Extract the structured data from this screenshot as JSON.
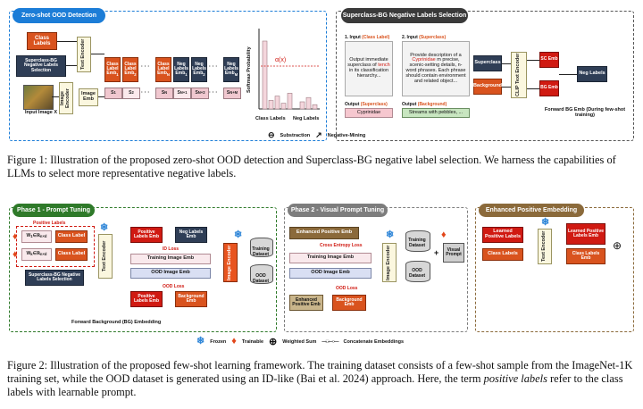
{
  "figure1": {
    "left_panel_title": "Zero-shot OOD Detection",
    "class_labels": "Class Labels",
    "superclass_bg_labels": "Superclass-BG Negative Labels Selection",
    "text_encoder": "Text Encoder",
    "image_encoder": "Image Encoder",
    "image_emb": "Image Emb",
    "input_image": "Input Image X",
    "class_label_embs": [
      "Class Label Emb1",
      "Class Label Emb2",
      "Class Label EmbN"
    ],
    "neg_label_embs": [
      "Neg Labels Emb1",
      "Neg Labels Emb2",
      "Neg Labels EmbM"
    ],
    "class_label_emb_parts": [
      "Class",
      "Label",
      "Emb"
    ],
    "neg_label_emb_parts": [
      "Neg",
      "Labels",
      "Emb"
    ],
    "subscripts": {
      "class": [
        "1",
        "2",
        "N"
      ],
      "neg": [
        "1",
        "2",
        "M"
      ]
    },
    "dots": "· · ·",
    "scores": [
      "S1",
      "S2",
      "SN",
      "SN+1",
      "SN+2",
      "SN+M"
    ],
    "score_base": "S",
    "score_subs": [
      "1",
      "2",
      "N",
      "N+1",
      "N+2",
      "N+M"
    ],
    "ylabel": "Softmax Probability",
    "alpha_label": "α(x)",
    "xlabel_class": "Class Labels",
    "xlabel_neg": "Neg Labels",
    "legend_subtraction": "Substraction",
    "legend_negmining": "Negative-Mining",
    "right_panel_title": "Superclass-BG Negative Labels Selection",
    "input1_header": "1. Input",
    "input1_tag": "(Class Label)",
    "input1_text": "Output immediate superclass of",
    "input1_highlight": "tench",
    "input1_text_end": "in its classification hierarchy...",
    "input2_header": "2. Input",
    "input2_tag": "(Superclass)",
    "input2_text_pre": "Provide description of a",
    "input2_highlight": "Cyprinidae",
    "input2_text": "m precise, scenic-setting details, n-word phrases. Each phrase should contain environment and related object...",
    "input2_m": ": m",
    "output_label": "Output",
    "output1_tag": "(Superclass)",
    "output2_tag": "(Background)",
    "output1_value": "Cyprinidae",
    "output2_value": "Streams with pebbles, ...",
    "superclass": "Superclass",
    "background": "Background",
    "clip_text_encoder": "CLIP Text Encoder",
    "sc_emb": "SC Emb",
    "bg_emb": "BG Emb",
    "neg_labels": "Neg Labels",
    "forward_bg": "Forward BG Emb (During few-shot training)"
  },
  "caption1": "Figure 1: Illustration of the proposed zero-shot OOD detection and Superclass-BG negative label selection. We harness the capabilities of LLMs to select more representative negative labels.",
  "figure2": {
    "phase1_title": "Phase 1 - Prompt Tuning",
    "phase2_title": "Phase 2 - Visual Prompt Tuning",
    "phase3_title": "Enhanced Positive Embedding",
    "positive_labels": "Positive Labels",
    "w1": "W1 ∈ R^(n×d)",
    "wk": "Wk ∈ R^(n×d)",
    "class_label": "Class Label",
    "superclass_bg_sel": "Superclass-BG Negative Labels Selection",
    "text_encoder": "Text Encoder",
    "image_encoder": "Image Encoder",
    "positive_labels_emb": "Positive Labels Emb",
    "neg_labels_emb": "Neg Labels Emb",
    "id_loss": "ID Loss",
    "training_image_emb": "Training Image Emb",
    "ood_image_emb": "OOD Image Emb",
    "ood_loss": "OOD Loss",
    "background_emb": "Background Emb",
    "training_dataset": "Training Dataset",
    "ood_dataset": "OOD Dataset",
    "forward_bg_embedding": "Forward Background (BG) Embedding",
    "enhanced_positive_emb": "Enhanced Positive Emb",
    "cross_entropy_loss": "Cross Entropy Loss",
    "visual_prompt": "Visual Prompt",
    "learned_positive_labels": "Learned Positive Labels",
    "class_labels": "Class Labels",
    "learned_positive_labels_emb": "Learned Positive Labels Emb",
    "class_labels_emb": "Class Labels Emb",
    "legend_frozen": "Frozen",
    "legend_trainable": "Trainable",
    "legend_weighted_sum": "Weighted Sum",
    "legend_concat": "Concatenate Embeddings"
  },
  "caption2_parts": {
    "p1": "Figure 2: Illustration of the proposed few-shot learning framework. The training dataset consists of a few-shot sample from the ImageNet-1K training set, while the OOD dataset is generated using an ID-like (Bai et al. 2024) approach. Here, the term ",
    "em": "positive labels",
    "p2": " refer to the class labels with learnable prompt."
  },
  "colors": {
    "blue_title": "#1c7dd7",
    "dark_title": "#3a3a3a",
    "green_title": "#2f7a2a",
    "gray_title": "#7d7d7d",
    "brown_title": "#8b6a3b",
    "orange": "#d9531e",
    "navy": "#2f3e56",
    "red": "#d01a12"
  },
  "bar_chart": {
    "class_bars": [
      0.95,
      0.12,
      0.18,
      0.08,
      0.22
    ],
    "neg_bars": [
      0.1,
      0.16,
      0.06
    ]
  }
}
